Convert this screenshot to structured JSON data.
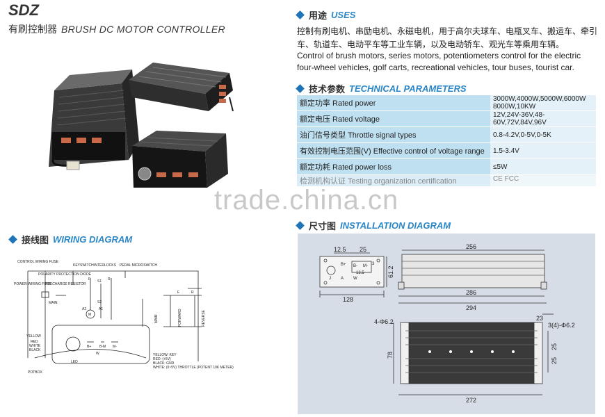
{
  "header": {
    "model": "SDZ",
    "subtitle_cn": "有刷控制器",
    "subtitle_en": "BRUSH DC MOTOR CONTROLLER"
  },
  "uses": {
    "title_cn": "用途",
    "title_en": "USES",
    "text_cn": "控制有刷电机、串励电机、永磁电机，用于高尔夫球车、电瓶叉车、搬运车、牵引车、轨道车、电动平车等工业车辆，以及电动轿车、观光车等乘用车辆。",
    "text_en": "Control of brush motors, series motors, potentiometers control for the electric four-wheel vehicles, golf carts, recreational vehicles, tour buses, tourist car."
  },
  "tech": {
    "title_cn": "技术参数",
    "title_en": "TECHNICAL PARAMETERS",
    "rows": [
      {
        "label": "额定功率 Rated power",
        "value": "3000W,4000W,5000W,6000W 8000W,10KW"
      },
      {
        "label": "额定电压 Rated voltage",
        "value": "12V,24V-36V,48-60V,72V,84V,96V"
      },
      {
        "label": "油门信号类型 Throttle signal types",
        "value": "0.8-4.2V,0-5V,0-5K"
      },
      {
        "label": "有效控制电压范围(V) Effective control of voltage range",
        "value": "1.5-3.4V"
      },
      {
        "label": "额定功耗 Rated power loss",
        "value": "≤5W"
      },
      {
        "label": "检测机构认证 Testing organization certification",
        "value": "CE FCC"
      }
    ]
  },
  "watermark": "trade.china.cn",
  "wiring": {
    "title_cn": "接线图",
    "title_en": "WIRING DIAGRAM",
    "labels": {
      "control_fuse": "CONTROL WIRING FUSE",
      "keyswitch": "KEYSWITCH",
      "interlocks": "INTERLOCKS",
      "pedal": "PEDAL MICROSWITCH",
      "polarity": "POLARITY PROTECTION DIODE",
      "power_fuse": "POWER WIRING FUSE",
      "precharge": "PRECHARGE RESISTOR",
      "main": "MAIN",
      "forward": "FORWARD",
      "reverse": "REVERSE",
      "main_v": "MAIN",
      "yellow": "YELLOW",
      "red": "RED",
      "white": "WHITE",
      "black": "BLACK",
      "potbox": "POTBOX",
      "led": "LED",
      "key_title": "YELLOW: KEY",
      "key_red": "RED: (+5V)",
      "key_black": "BLACK: GND",
      "key_white": "WHITE: (0~5V) THROTTLE (POTENT 10K METER)",
      "f": "F",
      "r": "R",
      "s1": "S1",
      "s2": "S2",
      "a1": "A1",
      "a2": "A2",
      "m": "M",
      "bm": "B-M",
      "m_minus": "M-",
      "b_plus": "B+",
      "w": "W"
    }
  },
  "install": {
    "title_cn": "尺寸图",
    "title_en": "INSTALLATION DIAGRAM",
    "dims": {
      "d12_5": "12.5",
      "d25": "25",
      "d256": "256",
      "d61_2": "61.2",
      "d128": "128",
      "d286": "286",
      "d294": "294",
      "d4_6_2": "4-Φ6.2",
      "d23": "23",
      "d3_4_6_2": "3(4)-Φ6.2",
      "d78": "78",
      "d25b": "25",
      "d25c": "25",
      "d272": "272",
      "d12_5b": "12.5",
      "b_plus": "B+",
      "b_minus": "B-",
      "m_minus": "M-",
      "a": "A",
      "j": "J",
      "w": "W",
      "sm": "3"
    }
  },
  "colors": {
    "accent": "#2a86c7",
    "table_label": "#bfe0f1",
    "table_value": "#e4f1f8",
    "install_bg": "#d6dde6"
  }
}
